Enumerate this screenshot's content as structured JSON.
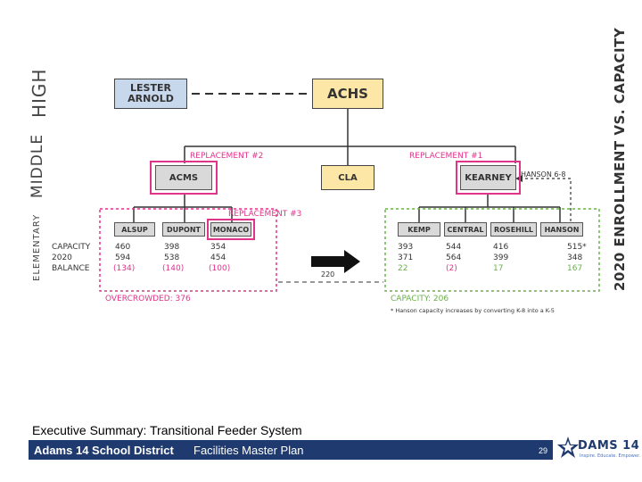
{
  "side_labels": {
    "high": "HIGH",
    "middle": "MIDDLE",
    "elementary": "ELEMENTARY"
  },
  "right_title": "2020 ENROLLMENT VS. CAPACITY",
  "high": {
    "lester_arnold": "LESTER ARNOLD",
    "achs": "ACHS"
  },
  "middle": {
    "acms": "ACMS",
    "cla": "CLA",
    "kearney": "KEARNEY",
    "replacement2": "REPLACEMENT #2",
    "replacement1": "REPLACEMENT #1",
    "hanson_note": "HANSON 6-8"
  },
  "replacement3": "REPLACEMENT #3",
  "row_labels": [
    "CAPACITY",
    "2020",
    "BALANCE"
  ],
  "left_group": {
    "schools": [
      {
        "name": "ALSUP",
        "capacity": "460",
        "enrollment": "594",
        "balance": "(134)"
      },
      {
        "name": "DUPONT",
        "capacity": "398",
        "enrollment": "538",
        "balance": "(140)"
      },
      {
        "name": "MONACO",
        "capacity": "354",
        "enrollment": "454",
        "balance": "(100)"
      }
    ],
    "summary": "OVERCROWDED: 376"
  },
  "transfer_value": "220",
  "right_group": {
    "schools": [
      {
        "name": "KEMP",
        "capacity": "393",
        "enrollment": "371",
        "balance": "22"
      },
      {
        "name": "CENTRAL",
        "capacity": "544",
        "enrollment": "564",
        "balance": "(2)"
      },
      {
        "name": "ROSEHILL",
        "capacity": "416",
        "enrollment": "399",
        "balance": "17"
      },
      {
        "name": "HANSON",
        "capacity": "515*",
        "enrollment": "348",
        "balance": "167"
      }
    ],
    "summary": "CAPACITY: 206",
    "footnote": "* Hanson capacity increases by converting K-8 into a K-5"
  },
  "footer": {
    "section_title": "Executive Summary: Transitional Feeder System",
    "district": "Adams 14 School District",
    "plan": "Facilities Master Plan",
    "page": "29",
    "logo_text": "DAMS 14",
    "logo_tagline": "Inspire. Educate. Empower."
  },
  "colors": {
    "yellow": "#fce7a6",
    "blue": "#c8d8ec",
    "pink": "#e0338a",
    "green": "#6ab04c",
    "footer": "#1e3a6e"
  }
}
